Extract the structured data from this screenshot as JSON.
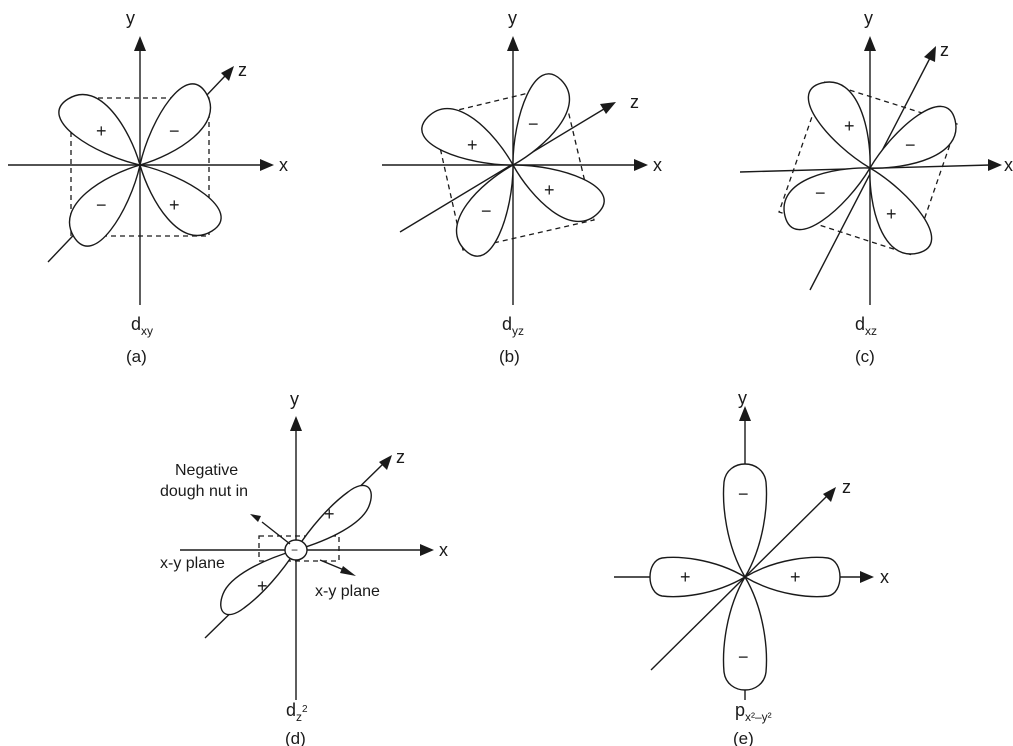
{
  "labels": {
    "x": "x",
    "y": "y",
    "z": "z",
    "plus": "+",
    "minus": "−"
  },
  "panels": [
    {
      "id": "a",
      "caption": "(a)",
      "orbital_main": "d",
      "orbital_sub": "xy"
    },
    {
      "id": "b",
      "caption": "(b)",
      "orbital_main": "d",
      "orbital_sub": "yz"
    },
    {
      "id": "c",
      "caption": "(c)",
      "orbital_main": "d",
      "orbital_sub": "xz"
    },
    {
      "id": "d",
      "caption": "(d)",
      "orbital_main": "d",
      "orbital_sub": "z",
      "orbital_sup": "2",
      "note_lines": [
        "Negative",
        "dough nut in"
      ],
      "note_left": "x-y plane",
      "note_right": "x-y plane"
    },
    {
      "id": "e",
      "caption": "(e)",
      "orbital_main": "p",
      "orbital_sub": "x²–y²"
    }
  ]
}
